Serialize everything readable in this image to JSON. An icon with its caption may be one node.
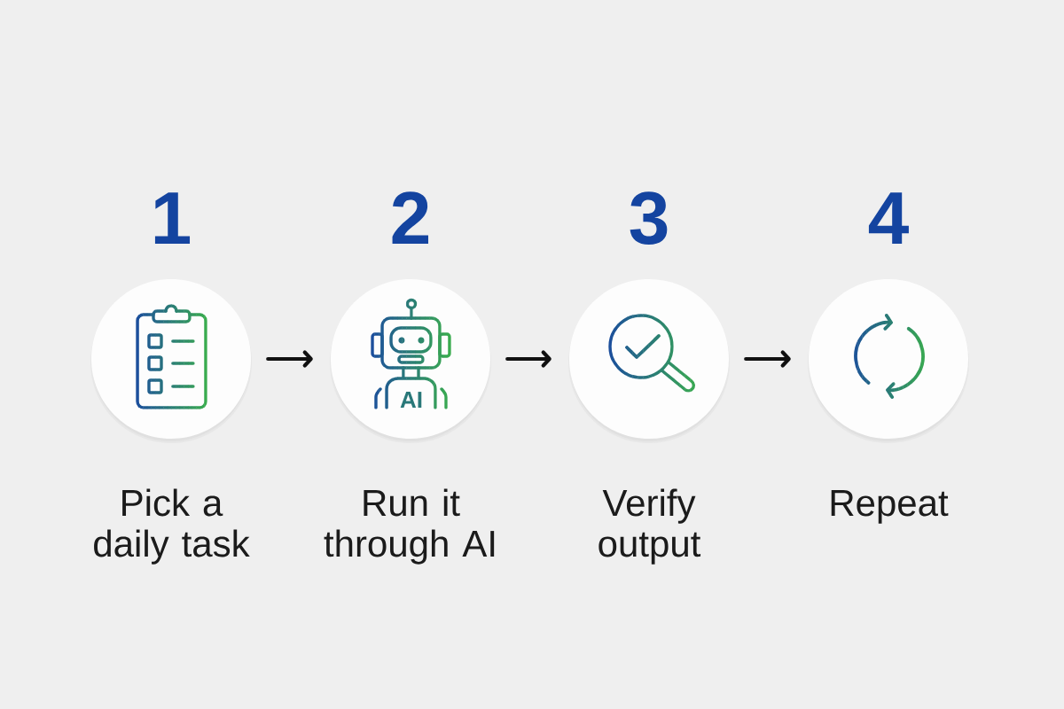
{
  "diagram": {
    "nodes": [
      {
        "text": [
          "1",
          "Pick a daily task"
        ]
      },
      {
        "text": [
          "2",
          "Run it through AI"
        ]
      },
      {
        "text": [
          "3",
          "Verify output"
        ]
      },
      {
        "text": [
          "4",
          "Repeat"
        ]
      }
    ],
    "edges": [
      {
        "from": 0,
        "to": 1,
        "arrow": "to"
      },
      {
        "from": 1,
        "to": 2,
        "arrow": "to"
      },
      {
        "from": 2,
        "to": 3,
        "arrow": "to"
      }
    ],
    "labels": [
      "AI"
    ]
  }
}
